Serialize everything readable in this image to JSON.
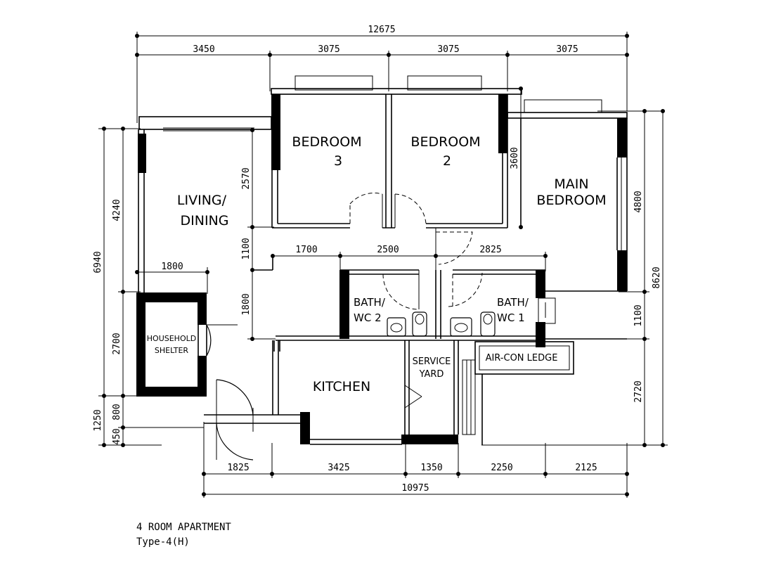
{
  "dimensions": {
    "overall_top": "12675",
    "top": [
      "3450",
      "3075",
      "3075",
      "3075"
    ],
    "overall_bottom": "10975",
    "bottom": [
      "1825",
      "3425",
      "1350",
      "2250",
      "2125"
    ],
    "corridor": [
      "1700",
      "2500",
      "2825"
    ],
    "shelter_width": "1800",
    "left_outer": "6940",
    "left_inner": [
      "4240",
      "2700",
      "800",
      "450"
    ],
    "left_extra": "1250",
    "living_height": "2570",
    "passage_height": "1100",
    "bath_height": "1800",
    "bedroom_height": "3600",
    "right_inner": [
      "4800",
      "1100",
      "2720"
    ],
    "right_outer": "8620"
  },
  "rooms": {
    "bedroom3": [
      "BEDROOM",
      "3"
    ],
    "bedroom2": [
      "BEDROOM",
      "2"
    ],
    "main_bedroom": [
      "MAIN",
      "BEDROOM"
    ],
    "living": [
      "LIVING/",
      "DINING"
    ],
    "bath2": [
      "BATH/",
      "WC  2"
    ],
    "bath1": [
      "BATH/",
      "WC  1"
    ],
    "shelter": [
      "HOUSEHOLD",
      "SHELTER"
    ],
    "kitchen": "KITCHEN",
    "service": [
      "SERVICE",
      "YARD"
    ],
    "aircon": "AIR-CON  LEDGE"
  },
  "caption": {
    "line1": "4 ROOM APARTMENT",
    "line2": "Type-4(H)"
  }
}
